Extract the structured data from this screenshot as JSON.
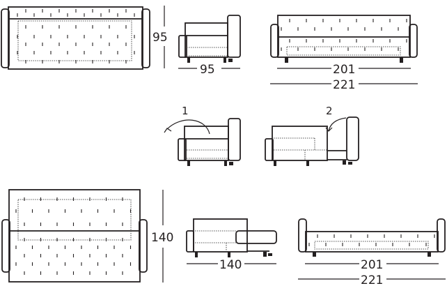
{
  "diagram": {
    "type": "sofa-bed dimension drawing",
    "views": [
      {
        "id": "top-sofa",
        "label": "Top view (sofa)",
        "depth_label": "95"
      },
      {
        "id": "side-sofa",
        "label": "Side view (sofa)",
        "width_label": "95"
      },
      {
        "id": "front-sofa",
        "label": "Front view (sofa)",
        "inner_width_label": "201",
        "outer_width_label": "221"
      },
      {
        "id": "step-1",
        "label": "Opening step 1",
        "step_number": "1"
      },
      {
        "id": "step-2",
        "label": "Opening step 2",
        "step_number": "2"
      },
      {
        "id": "top-bed",
        "label": "Top view (bed)",
        "depth_label": "140"
      },
      {
        "id": "side-bed",
        "label": "Side view (bed)",
        "width_label": "140"
      },
      {
        "id": "front-bed",
        "label": "Front view (bed)",
        "inner_width_label": "201",
        "outer_width_label": "221"
      }
    ],
    "colors": {
      "line": "#231f20",
      "background": "#ffffff",
      "dotted": "#555555"
    }
  }
}
